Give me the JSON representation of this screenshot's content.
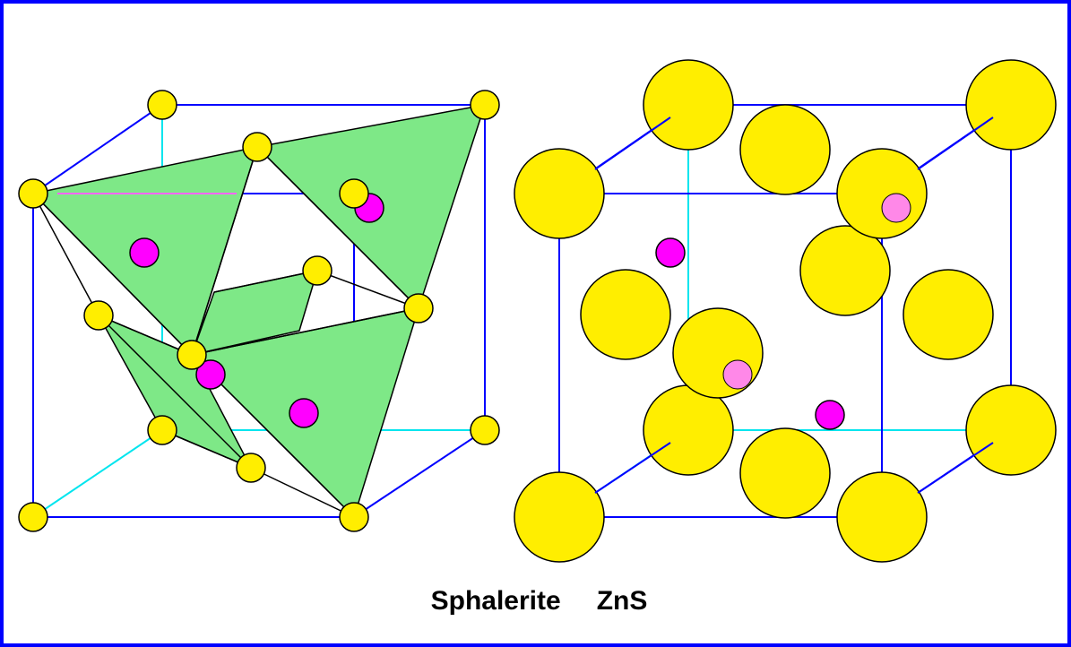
{
  "caption": {
    "mineral": "Sphalerite",
    "formula": "ZnS"
  },
  "colors": {
    "border": "#0000ff",
    "cell_edge": "#0000ff",
    "hidden_edge": "#00e5ee",
    "tetrahedron_fill": "#7ee887",
    "sulfur_atom": "#ffee00",
    "zinc_atom": "#ff00ff",
    "zinc_atom_pale": "#ff88e8"
  },
  "diagrams": [
    {
      "name": "polyhedral-model",
      "style": "tetrahedra with small spheres"
    },
    {
      "name": "space-filling-model",
      "style": "packed spheres"
    }
  ]
}
